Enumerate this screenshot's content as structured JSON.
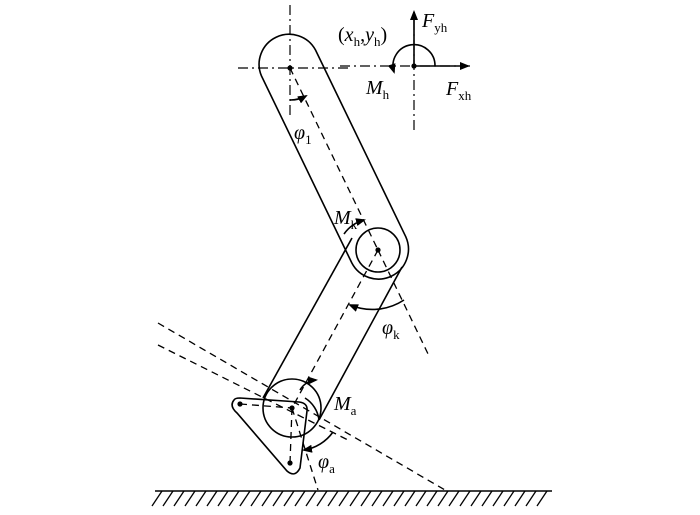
{
  "labels": {
    "hip_coord": {
      "open": "(",
      "x": "x",
      "x_sub": "h",
      "comma": ",",
      "y": "y",
      "y_sub": "h",
      "close": ")"
    },
    "fyh": {
      "main": "F",
      "sub": "yh"
    },
    "fxh": {
      "main": "F",
      "sub": "xh"
    },
    "mh": {
      "main": "M",
      "sub": "h"
    },
    "phi1": {
      "main": "φ",
      "sub": "1"
    },
    "mk": {
      "main": "M",
      "sub": "k"
    },
    "phik": {
      "main": "φ",
      "sub": "k"
    },
    "ma": {
      "main": "M",
      "sub": "a"
    },
    "phia": {
      "main": "φ",
      "sub": "a"
    }
  },
  "colors": {
    "ink": "#000000",
    "background": "#ffffff"
  }
}
